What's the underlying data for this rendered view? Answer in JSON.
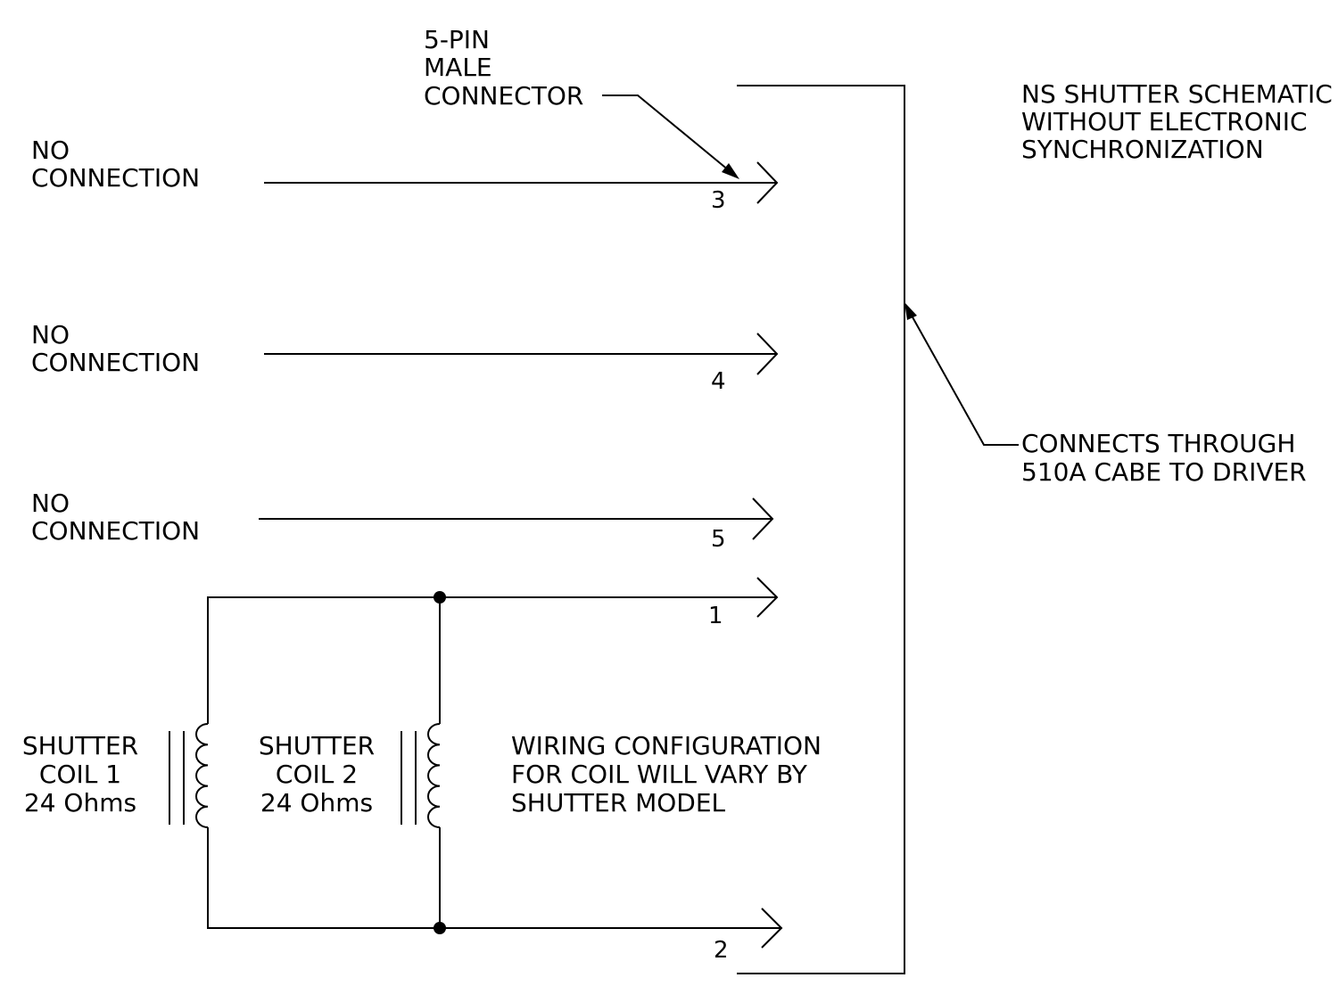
{
  "title": [
    "NS SHUTTER SCHEMATIC",
    "WITHOUT ELECTRONIC",
    "SYNCHRONIZATION"
  ],
  "connector_label": [
    "5-PIN",
    "MALE",
    "CONNECTOR"
  ],
  "cable_label": [
    "CONNECTS THROUGH",
    "510A CABE TO DRIVER"
  ],
  "no_connection": [
    "NO",
    "CONNECTION"
  ],
  "pins": [
    "3",
    "4",
    "5",
    "1",
    "2"
  ],
  "coil1": [
    "SHUTTER",
    "COIL 1",
    "24 Ohms"
  ],
  "coil2": [
    "SHUTTER",
    "COIL 2",
    "24 Ohms"
  ],
  "wiring_note": [
    "WIRING CONFIGURATION",
    "FOR COIL WILL VARY BY",
    "SHUTTER MODEL"
  ]
}
